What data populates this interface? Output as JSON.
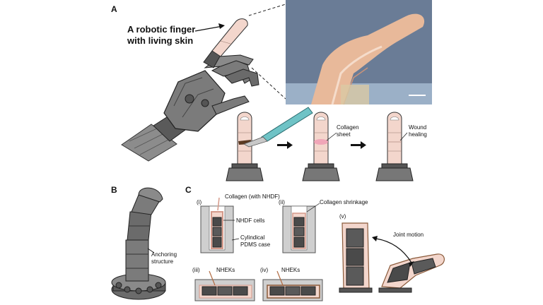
{
  "panels": {
    "a": {
      "letter": "A",
      "headline_line1": "A robotic finger",
      "headline_line2": "with living skin",
      "collagen_sheet_line1": "Collagen",
      "collagen_sheet_line2": "sheet",
      "wound_healing_line1": "Wound",
      "wound_healing_line2": "healing"
    },
    "b": {
      "letter": "B",
      "anchoring_line1": "Anchoring",
      "anchoring_line2": "structure"
    },
    "c": {
      "letter": "C",
      "step_i": "(i)",
      "step_ii": "(ii)",
      "step_iii": "(iii)",
      "step_iv": "(iv)",
      "step_v": "(v)",
      "collagen_nhdf": "Collagen (with NHDF)",
      "nhdf_cells": "NHDF cells",
      "case_line1": "Cylindical",
      "case_line2": "PDMS case",
      "collagen_shrinkage": "Collagen shrinkage",
      "nheks_iii": "NHEKs",
      "nheks_iv": "NHEKs",
      "joint_motion": "Joint motion"
    }
  },
  "colors": {
    "skin": "#f3d6cc",
    "robot_gray": "#7b7b7b",
    "dark_gray": "#4a4a4a",
    "collagen": "#d59a8b",
    "pdms": "#cfcfcf",
    "scalpel": "#6fc3c6",
    "photo_bg": "#6a7c96",
    "photo_skin": "#e8b99a"
  }
}
